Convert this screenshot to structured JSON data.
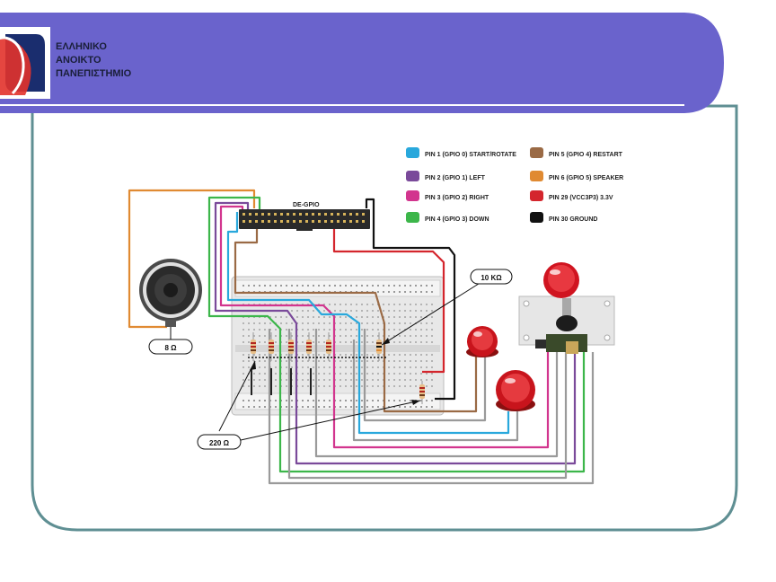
{
  "header": {
    "logo_line1": "ΕΛΛΗΝΙΚΟ",
    "logo_line2": "ΑΝΟΙΚΤΟ",
    "logo_line3": "ΠΑΝΕΠΙΣΤΗΜΙΟ",
    "band_color": "#6a63cc",
    "frame_color": "#5f8f93"
  },
  "diagram": {
    "gpio_label": "DE-GPIO",
    "speaker_label": "8 Ω",
    "resistor_10k_label": "10 KΩ",
    "resistor_220_label": "220 Ω"
  },
  "legend": [
    {
      "label": "PIN 1 (GPIO 0) START/ROTATE",
      "color": "#29a8dc"
    },
    {
      "label": "PIN 2 (GPIO 1) LEFT",
      "color": "#7a4a9a"
    },
    {
      "label": "PIN 3 (GPIO 2) RIGHT",
      "color": "#d2358e"
    },
    {
      "label": "PIN 4 (GPIO 3) DOWN",
      "color": "#3cb64a"
    },
    {
      "label": "PIN 5 (GPIO 4) RESTART",
      "color": "#9a6a45"
    },
    {
      "label": "PIN 6 (GPIO 5) SPEAKER",
      "color": "#e08a32"
    },
    {
      "label": "PIN 29 (VCC3P3) 3.3V",
      "color": "#d4262d"
    },
    {
      "label": "PIN 30 GROUND",
      "color": "#111111"
    }
  ]
}
